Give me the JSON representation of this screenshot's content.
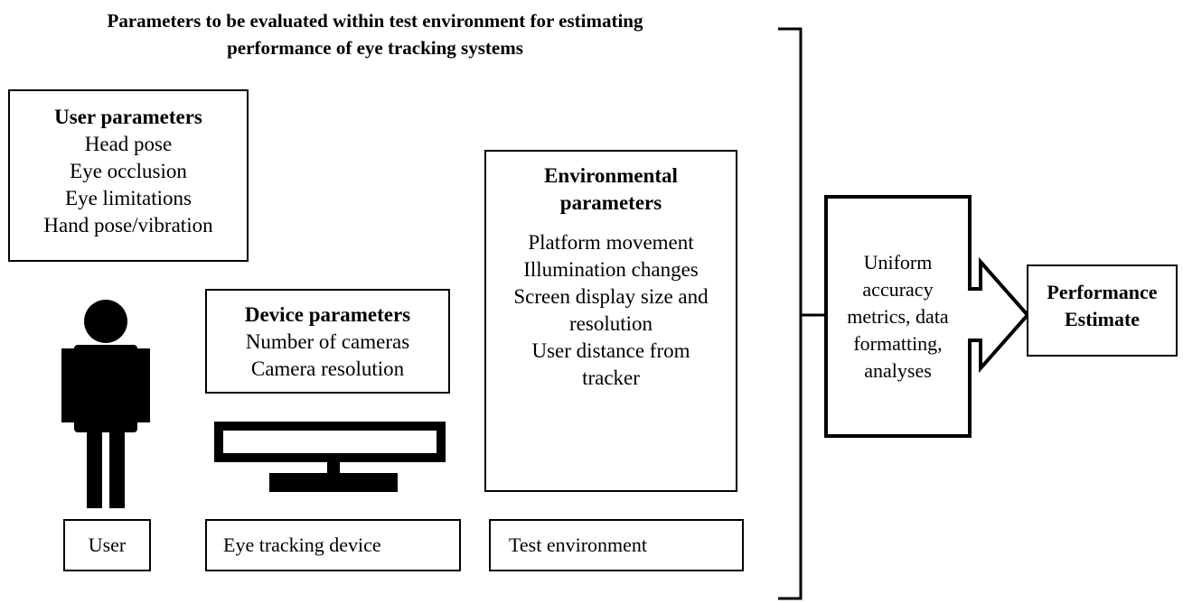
{
  "title_lines": [
    "Parameters to be evaluated within test environment for estimating",
    "performance of eye tracking systems"
  ],
  "user_box": {
    "heading": "User parameters",
    "items": [
      "Head pose",
      "Eye occlusion",
      "Eye limitations",
      "Hand pose/vibration"
    ]
  },
  "device_box": {
    "heading": "Device parameters",
    "items": [
      "Number of cameras",
      "Camera resolution"
    ]
  },
  "environment_box": {
    "heading_lines": [
      "Environmental",
      "parameters"
    ],
    "items": [
      "Platform movement",
      "Illumination changes",
      "Screen display size and",
      "resolution",
      "User distance from",
      "tracker"
    ]
  },
  "labels": {
    "user": "User",
    "device": "Eye tracking device",
    "environment": "Test environment"
  },
  "process_box": {
    "lines": [
      "Uniform",
      "accuracy",
      "metrics, data",
      "formatting,",
      "analyses"
    ]
  },
  "result_box": {
    "lines": [
      "Performance",
      "Estimate"
    ]
  },
  "icons": [
    "person-icon",
    "monitor-icon"
  ],
  "colors": {
    "stroke": "#000000",
    "fill": "#000000",
    "background": "#ffffff"
  }
}
